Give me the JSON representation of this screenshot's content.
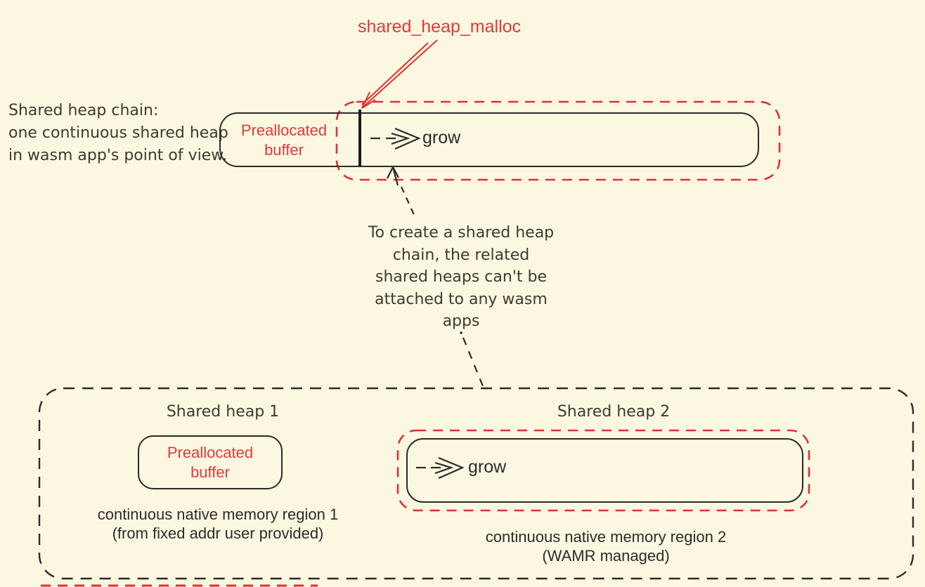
{
  "colors": {
    "background": "#FCF7E1",
    "accent_red": "#E03131",
    "ink_black": "#2A2A2A",
    "hand_text": "#3A3C33"
  },
  "top": {
    "malloc_label": "shared_heap_malloc",
    "intro_lines": [
      "Shared heap chain:",
      "one continuous shared heap",
      "in wasm app's point of view."
    ],
    "prealloc_line1": "Preallocated",
    "prealloc_line2": "buffer",
    "grow_label": "grow"
  },
  "note": {
    "lines": [
      "To create a shared heap",
      "chain, the related",
      "shared heaps can't be",
      "attached to any wasm",
      "apps"
    ]
  },
  "bottom": {
    "heap1": {
      "title": "Shared heap 1",
      "prealloc_line1": "Preallocated",
      "prealloc_line2": "buffer",
      "caption_line1": "continuous native memory region 1",
      "caption_line2": "(from fixed addr user provided)"
    },
    "heap2": {
      "title": "Shared heap 2",
      "grow_label": "grow",
      "caption_line1": "continuous native memory region 2",
      "caption_line2": "(WAMR managed)"
    }
  }
}
